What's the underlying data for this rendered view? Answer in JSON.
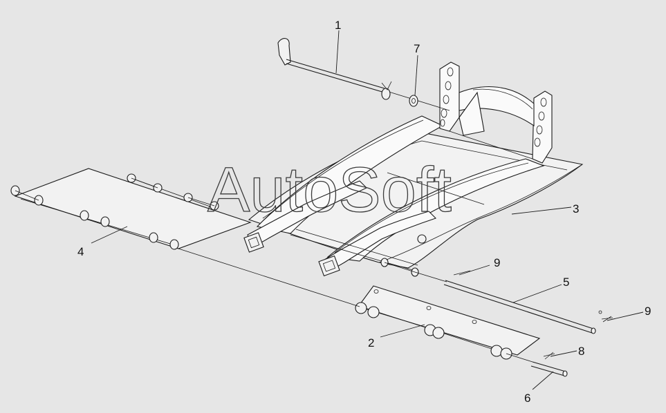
{
  "watermark": "AutoSoft",
  "callouts": {
    "c1": "1",
    "c2": "2",
    "c3": "3",
    "c4": "4",
    "c5": "5",
    "c6": "6",
    "c7": "7",
    "c8": "8",
    "c9a": "9",
    "c9b": "9"
  }
}
